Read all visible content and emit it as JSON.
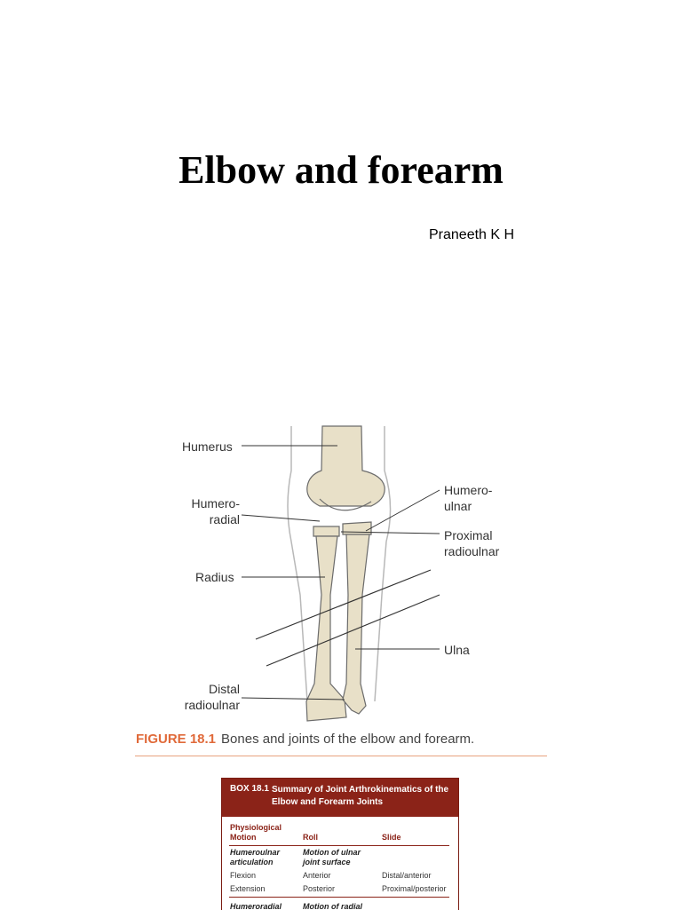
{
  "title": "Elbow and forearm",
  "author": "Praneeth K H",
  "figure": {
    "labels": {
      "humerus": "Humerus",
      "humeroradial": "Humero-\nradial",
      "radius": "Radius",
      "distal_radioulnar": "Distal\nradioulnar",
      "humeroulnar": "Humero-\nulnar",
      "proximal_radioulnar": "Proximal\nradioulnar",
      "ulna": "Ulna"
    },
    "caption_number": "FIGURE 18.1",
    "caption_text": "Bones and joints of the elbow and forearm.",
    "accent_color": "#e06a3a",
    "bone_color": "#e8e0c8"
  },
  "box": {
    "id": "BOX 18.1",
    "title": "Summary of Joint Arthrokinematics of the Elbow and Forearm Joints",
    "header_color": "#8b2318",
    "col_headers": [
      "Physiological Motion",
      "Roll",
      "Slide"
    ],
    "sections": [
      {
        "articulation": "Humeroulnar articulation",
        "roll_head": "Motion of ulnar joint surface",
        "rows": [
          {
            "motion": "Flexion",
            "roll": "Anterior",
            "slide": "Distal/anterior"
          },
          {
            "motion": "Extension",
            "roll": "Posterior",
            "slide": "Proximal/posterior"
          }
        ]
      },
      {
        "articulation": "Humeroradial",
        "roll_head": "Motion of radial"
      }
    ]
  }
}
